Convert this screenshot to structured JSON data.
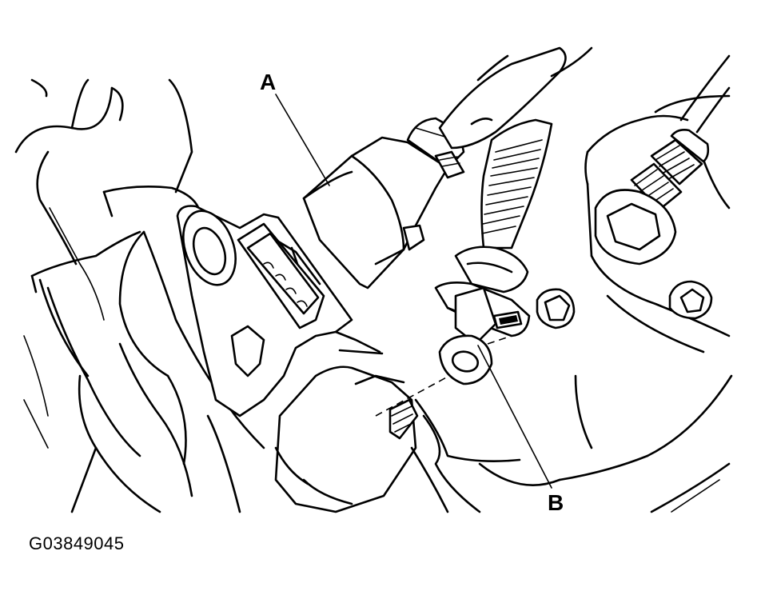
{
  "callouts": {
    "a_label": "A",
    "b_label": "B"
  },
  "figure_id": "G03849045",
  "colors": {
    "line": "#000000",
    "background": "#ffffff"
  }
}
